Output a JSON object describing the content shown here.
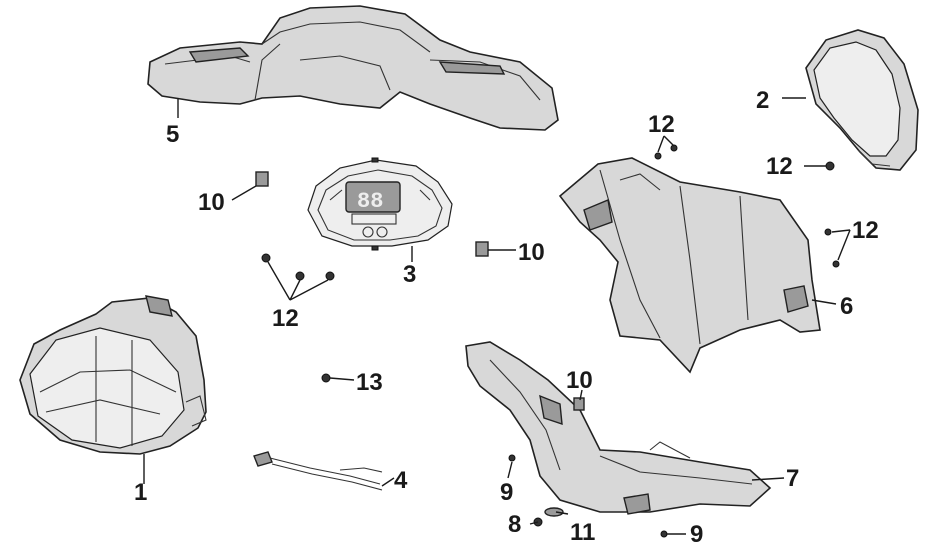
{
  "callouts": {
    "c1": "1",
    "c2": "2",
    "c3": "3",
    "c4": "4",
    "c5": "5",
    "c6": "6",
    "c7": "7",
    "c8": "8",
    "c9a": "9",
    "c9b": "9",
    "c10a": "10",
    "c10b": "10",
    "c10c": "10",
    "c11": "11",
    "c12a": "12",
    "c12b": "12",
    "c12c": "12",
    "c12d": "12",
    "c13": "13"
  },
  "colors": {
    "line": "#1a1a1a",
    "part_fill": "#d8d8d8",
    "shadow": "#9a9a9a"
  }
}
